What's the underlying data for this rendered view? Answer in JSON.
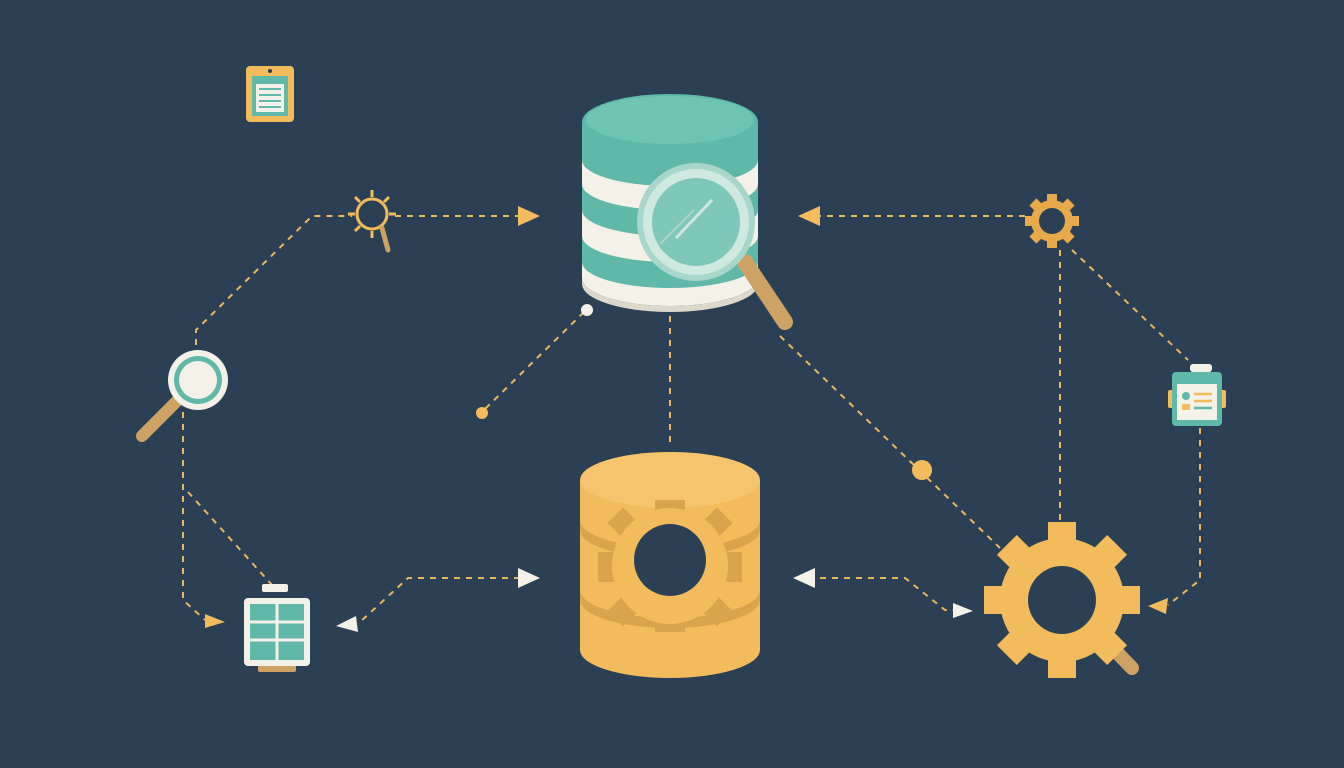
{
  "colors": {
    "background": "#2b4055",
    "accent_yellow": "#f2bb5c",
    "accent_teal": "#5fb8a8",
    "accent_white": "#f4f1e8",
    "handle_tan": "#cda365"
  },
  "nodes": [
    {
      "id": "database-teal",
      "icon": "database-icon",
      "color": "#5fb8a8"
    },
    {
      "id": "magnifier-large",
      "icon": "magnifier-icon",
      "color": "#5fb8a8"
    },
    {
      "id": "database-yellow",
      "icon": "database-gear-icon",
      "color": "#f2bb5c"
    },
    {
      "id": "gear-large",
      "icon": "gear-magnifier-icon",
      "color": "#f2bb5c"
    },
    {
      "id": "gear-small-right",
      "icon": "gear-icon",
      "color": "#f2bb5c"
    },
    {
      "id": "gear-search-small",
      "icon": "gear-search-icon",
      "color": "#f2bb5c"
    },
    {
      "id": "magnifier-left",
      "icon": "magnifier-icon",
      "color": "#5fb8a8"
    },
    {
      "id": "spreadsheet",
      "icon": "spreadsheet-icon",
      "color": "#5fb8a8"
    },
    {
      "id": "document-top",
      "icon": "document-icon",
      "color": "#f2bb5c"
    },
    {
      "id": "id-card",
      "icon": "id-card-icon",
      "color": "#5fb8a8"
    }
  ]
}
